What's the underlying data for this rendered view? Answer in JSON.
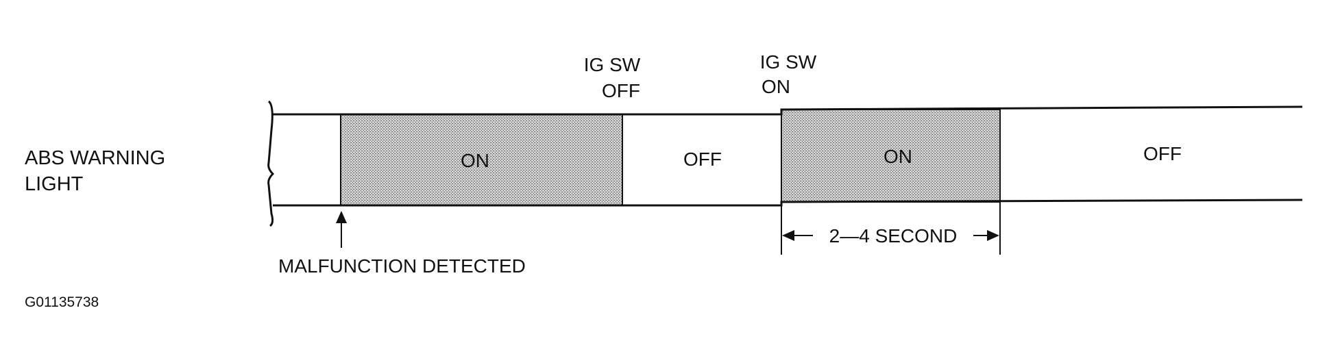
{
  "signal_label": {
    "line1": "ABS WARNING",
    "line2": "LIGHT"
  },
  "segments": [
    {
      "state": "ON",
      "shaded": true
    },
    {
      "state": "OFF",
      "shaded": false
    },
    {
      "state": "ON",
      "shaded": true
    },
    {
      "state": "OFF",
      "shaded": false
    }
  ],
  "events": {
    "ig_sw_off": {
      "line1": "IG SW",
      "line2": "OFF"
    },
    "ig_sw_on": {
      "line1": "IG SW",
      "line2": "ON"
    },
    "malfunction": "MALFUNCTION DETECTED"
  },
  "duration_label": "2—4 SECOND",
  "figure_id": "G01135738",
  "colors": {
    "ink": "#111111",
    "shade": "#bdbdbd",
    "background": "#ffffff"
  }
}
